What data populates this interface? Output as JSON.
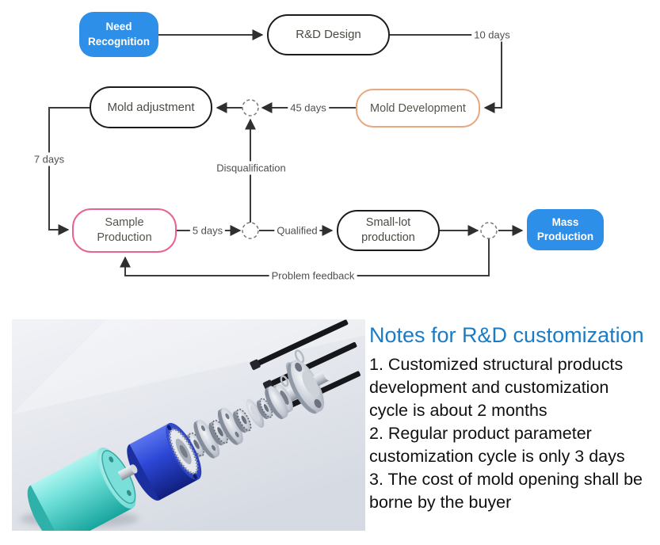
{
  "flowchart": {
    "nodes": {
      "need_recognition": {
        "label": "Need\nRecognition"
      },
      "rd_design": {
        "label": "R&D Design"
      },
      "mold_adjustment": {
        "label": "Mold adjustment"
      },
      "mold_development": {
        "label": "Mold Development"
      },
      "sample_production": {
        "label": "Sample\nProduction"
      },
      "small_lot_production": {
        "label": "Small-lot\nproduction"
      },
      "mass_production": {
        "label": "Mass\nProduction"
      }
    },
    "edge_labels": {
      "ten_days": "10 days",
      "forty_five_days": "45 days",
      "disqualification": "Disqualification",
      "seven_days": "7 days",
      "five_days": "5 days",
      "qualified": "Qualified",
      "problem_feedback": "Problem feedback"
    },
    "colors": {
      "highlight_node_blue": "#2E8FE9",
      "node_border_black": "#1b1b1b",
      "node_border_orange": "#E9A67F",
      "node_border_pink": "#E8648D",
      "connector_line": "#3b3b3b"
    }
  },
  "notes": {
    "title": "Notes for R&D customization",
    "title_color": "#1B7CC6",
    "items": [
      "1. Customized structural products development and customization cycle is about 2 months",
      "2. Regular product parameter customization cycle is only 3 days",
      "3. The cost of mold opening shall be borne by the buyer"
    ]
  },
  "illustration": {
    "name": "gear-motor-exploded-view"
  }
}
